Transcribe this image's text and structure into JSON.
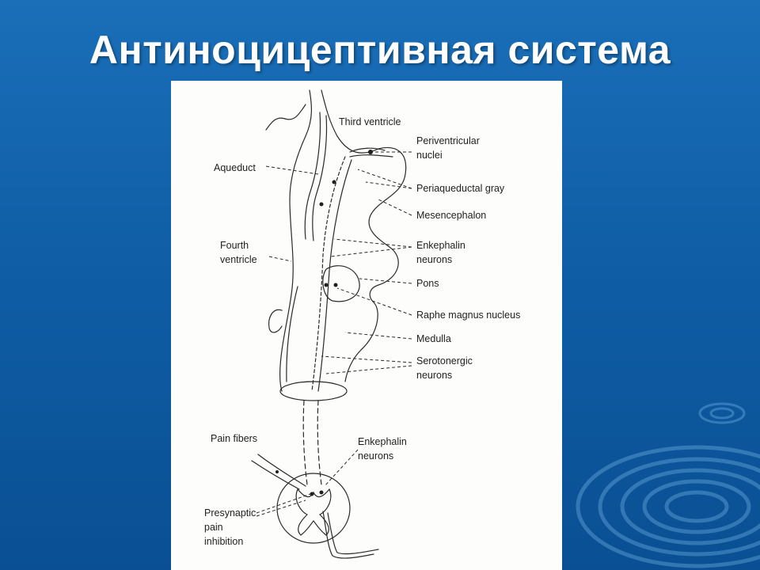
{
  "slide": {
    "title": "Антиноцицептивная система"
  },
  "diagram": {
    "labels": {
      "third_ventricle": "Third ventricle",
      "periventricular_1": "Periventricular",
      "periventricular_2": "nuclei",
      "aqueduct": "Aqueduct",
      "periaqueductal_gray": "Periaqueductal gray",
      "mesencephalon": "Mesencephalon",
      "fourth_ventricle_1": "Fourth",
      "fourth_ventricle_2": "ventricle",
      "enkephalin_neurons_1": "Enkephalin",
      "enkephalin_neurons_2": "neurons",
      "pons": "Pons",
      "raphe_magnus": "Raphe magnus nucleus",
      "medulla": "Medulla",
      "serotonergic_1": "Serotonergic",
      "serotonergic_2": "neurons",
      "pain_fibers": "Pain fibers",
      "spinal_enkephalin_1": "Enkephalin",
      "spinal_enkephalin_2": "neurons",
      "presynaptic_1": "Presynaptic",
      "presynaptic_2": "pain",
      "presynaptic_3": "inhibition"
    }
  },
  "colors": {
    "background": "#1a6fb8",
    "title": "#ffffff",
    "diagram_paper": "#fdfdfb",
    "ink": "#1f1f1f"
  }
}
